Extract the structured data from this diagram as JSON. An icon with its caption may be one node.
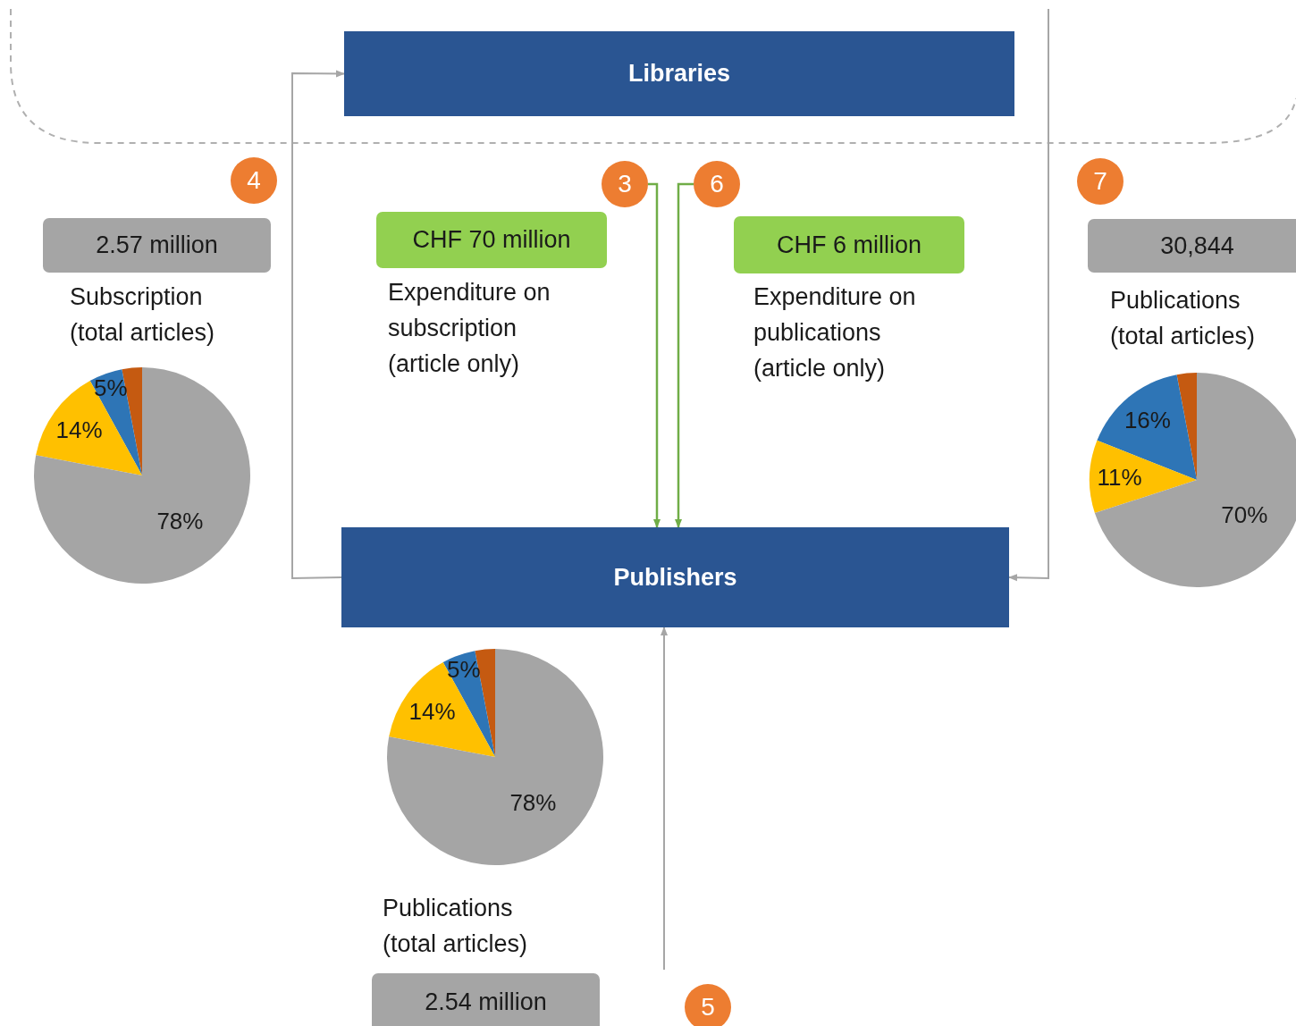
{
  "diagram": {
    "nodes": [
      {
        "text": [
          "Libraries"
        ]
      },
      {
        "text": [
          "Publishers"
        ]
      },
      {
        "text": [
          "4"
        ]
      },
      {
        "text": [
          "2.57 million"
        ],
        "beside": [
          "Subscription (total articles)"
        ]
      },
      {
        "text": [
          "3"
        ]
      },
      {
        "text": [
          "CHF 70 million"
        ],
        "beside": [
          "Expenditure on subscription (article only)"
        ]
      },
      {
        "text": [
          "6"
        ]
      },
      {
        "text": [
          "CHF 6 million"
        ],
        "beside": [
          "Expenditure on publications (article only)"
        ]
      },
      {
        "text": [
          "7"
        ]
      },
      {
        "text": [
          "30,844"
        ],
        "beside": [
          "Publications (total articles)"
        ]
      },
      {
        "text": [
          "5"
        ]
      },
      {
        "text": [
          "2.54 million"
        ],
        "beside": [
          "Publications (total articles)"
        ]
      }
    ],
    "edges": [
      {
        "from": 1,
        "to": 0,
        "arrow": "to"
      },
      {
        "from": null,
        "to": 1,
        "arrow": "to"
      },
      {
        "from": 4,
        "to": 1,
        "arrow": "to",
        "color": "#70ad47"
      },
      {
        "from": 6,
        "to": 1,
        "arrow": "to",
        "color": "#70ad47"
      },
      {
        "from": null,
        "to": 1,
        "arrow": "to"
      }
    ],
    "labels": [
      "5%",
      "14%",
      "78%",
      "16%",
      "11%",
      "70%",
      "5%",
      "14%",
      "78%"
    ]
  }
}
